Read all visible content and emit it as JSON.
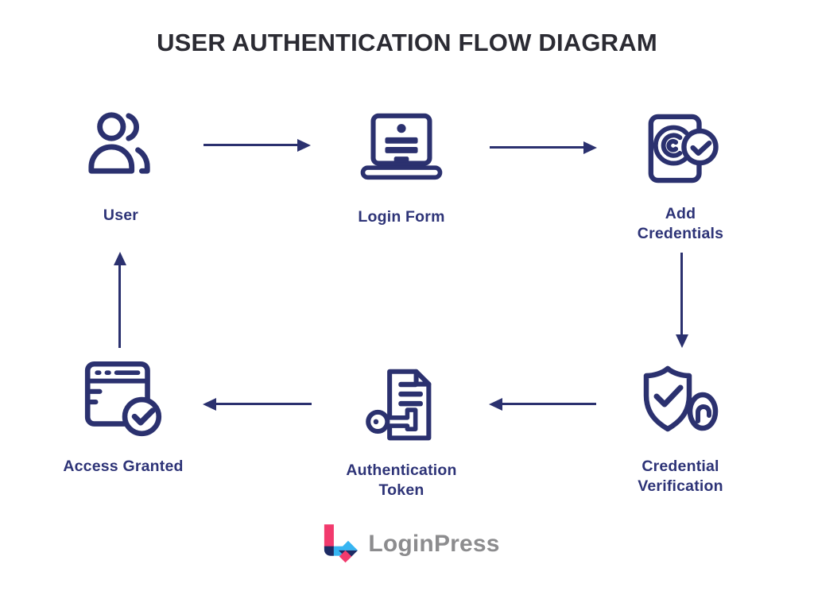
{
  "title": "USER AUTHENTICATION FLOW DIAGRAM",
  "colors": {
    "navy": "#2b316f",
    "text_navy": "#2d3377",
    "title": "#2b2b33",
    "pink": "#f23a6d",
    "blue": "#36b5f2",
    "dark_navy": "#1d2b64",
    "logo_gray": "#8c8c8e",
    "background": "#ffffff"
  },
  "nodes": [
    {
      "id": "user",
      "label": "User",
      "icon": "two-users-icon"
    },
    {
      "id": "login-form",
      "label": "Login Form",
      "icon": "laptop-login-icon"
    },
    {
      "id": "add-credentials",
      "label": "Add\nCredentials",
      "icon": "fingerprint-check-icon"
    },
    {
      "id": "credential-verification",
      "label": "Credential\nVerification",
      "icon": "shield-check-lock-icon"
    },
    {
      "id": "authentication-token",
      "label": "Authentication\nToken",
      "icon": "document-key-icon"
    },
    {
      "id": "access-granted",
      "label": "Access Granted",
      "icon": "browser-check-icon"
    }
  ],
  "flow": [
    {
      "from": "User",
      "to": "Login Form",
      "direction": "right"
    },
    {
      "from": "Login Form",
      "to": "Add Credentials",
      "direction": "right"
    },
    {
      "from": "Add Credentials",
      "to": "Credential Verification",
      "direction": "down"
    },
    {
      "from": "Credential Verification",
      "to": "Authentication Token",
      "direction": "left"
    },
    {
      "from": "Authentication Token",
      "to": "Access Granted",
      "direction": "left"
    },
    {
      "from": "Access Granted",
      "to": "User",
      "direction": "up"
    }
  ],
  "logo": {
    "text": "LoginPress"
  }
}
